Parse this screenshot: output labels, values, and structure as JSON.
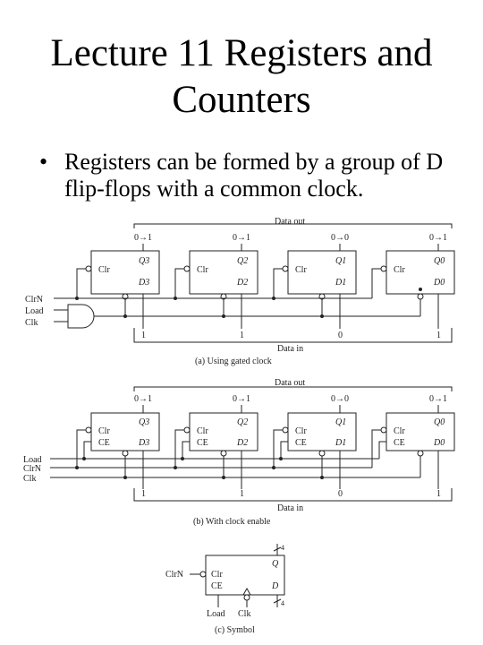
{
  "slide": {
    "title_line1": "Lecture 11 Registers and",
    "title_line2": "Counters",
    "bullet_char": "•",
    "bullet_text": "Registers can be formed by a group of D flip-flops with a common clock."
  },
  "diagram": {
    "data_out_label": "Data out",
    "data_in_label": "Data in",
    "outputs_a": [
      "0→1",
      "0→1",
      "0→0",
      "0→1"
    ],
    "inputs": [
      "1",
      "1",
      "0",
      "1"
    ],
    "clr_label": "Clr",
    "ce_label": "CE",
    "q_labels_a": [
      "Q3",
      "Q2",
      "Q1",
      "Q0"
    ],
    "d_labels": [
      "D3",
      "D2",
      "D1",
      "D0"
    ],
    "signals_a": [
      "ClrN",
      "Load",
      "Clk"
    ],
    "signals_b": [
      "Load",
      "ClrN",
      "Clk"
    ],
    "caption_a": "(a) Using gated clock",
    "caption_b": "(b) With clock enable",
    "caption_c": "(c) Symbol",
    "symbol": {
      "clrn": "ClrN",
      "clr": "Clr",
      "ce": "CE",
      "q": "Q",
      "d": "D",
      "width": "4",
      "load": "Load",
      "clk": "Clk"
    }
  }
}
